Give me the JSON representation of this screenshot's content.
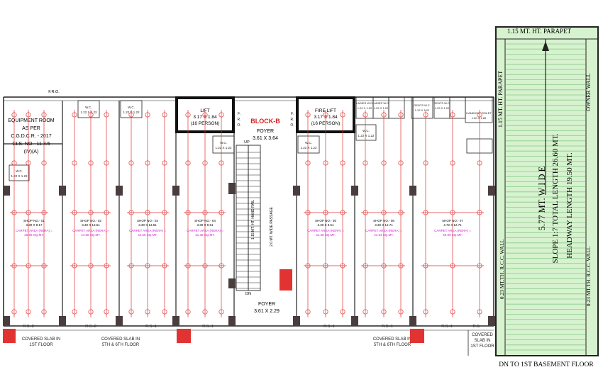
{
  "block": {
    "title": "BLOCK-B",
    "title_color": "#d81e1e"
  },
  "colors": {
    "wall": "#222222",
    "red_line": "#e23333",
    "magenta": "#d21ad2",
    "ramp_fill": "#d7f2cf",
    "ramp_line": "#8ac98a"
  },
  "top_labels": {
    "fro": "F.R.O."
  },
  "equipment_room": {
    "line1": "EQUIPMENT ROOM",
    "line2": "AS PER",
    "line3": "C.G.D.C.R. - 2017",
    "line4": "CLS. NO.- 11.3.5",
    "line5": "(IV)(A)"
  },
  "lift": {
    "title": "LIFT",
    "size": "3.17 X 1.84",
    "capacity": "(16 PERSON)"
  },
  "fire_lift": {
    "title": "FIRE LIFT",
    "size": "3.17 X 1.84",
    "capacity": "(16 PERSON)"
  },
  "fro_vertical": "F. R. O.",
  "foyer_top": {
    "label": "FOYER",
    "size": "3.61 X 3.64"
  },
  "foyer_bottom": {
    "label": "FOYER",
    "size": "3.61 X 2.29"
  },
  "stair": {
    "up": "UP",
    "dn": "DN",
    "handrail": "1.15 MT. HT. HAND RAIL",
    "passage": "2.0 MT. WIDE PASSAGE"
  },
  "wc": {
    "label": "W.C.",
    "size": "1.22 X 1.22"
  },
  "toilets": {
    "ladies1": "LADIES W.C.",
    "ladies2": "LADIES W.C.",
    "gents1": "GENTS W.C.",
    "gents2": "GENTS W.C.",
    "handicap": "HANDICAP TOILET",
    "handicap_size": "1.50 X 1.89",
    "size": "1.22 X 1.22"
  },
  "shops": [
    {
      "name": "SHOP NO.- 01",
      "size": "3.30 X 8.17",
      "area": "CARPET AREA (RERA) =",
      "area_val": "26.96 SQ.MT."
    },
    {
      "name": "SHOP NO.- 02",
      "size": "3.30 X 13.51",
      "area": "CARPET AREA (RERA) =",
      "area_val": "44.58 SQ.MT."
    },
    {
      "name": "SHOP NO.- 03",
      "size": "3.30 X 13.51",
      "area": "CARPET AREA (RERA) =",
      "area_val": "44.58 SQ.MT."
    },
    {
      "name": "SHOP NO.- 04",
      "size": "3.30 X 9.51",
      "area": "CARPET AREA (RERA) =",
      "area_val": "31.38 SQ.MT."
    },
    {
      "name": "SHOP NO.- 05",
      "size": "3.30 X 9.51",
      "area": "CARPET AREA (RERA) =",
      "area_val": "31.38 SQ.MT."
    },
    {
      "name": "SHOP NO.- 06",
      "size": "3.30 X 12.71",
      "area": "CARPET AREA (RERA) =",
      "area_val": "41.94 SQ.MT."
    },
    {
      "name": "SHOP NO.- 07",
      "size": "4.72 X 12.71",
      "area": "CARPET AREA (RERA) =",
      "area_val": "59.99 SQ.MT."
    }
  ],
  "rolling_shutters": [
    "R.S.-2",
    "R.S.-2",
    "R.S.-1",
    "R.S.-1",
    "R.S.-1",
    "R.S.-1",
    "R.S.-1",
    "R.S."
  ],
  "slabs": {
    "left1": "COVERED SLAB IN",
    "left1b": "1ST FLOOR",
    "left2": "COVERED SLAB IN",
    "left2b": "5TH & 6TH FLOOR",
    "right1": "COVERED SLAB IN",
    "right1b": "5TH & 6TH FLOOR",
    "right2": "COVERED",
    "right2b": "SLAB IN",
    "right2c": "1ST FLOOR"
  },
  "ramp": {
    "top_parapet": "1.15 MT. HT. PARAPET",
    "side_parapet": "1.15 MT. HT. PARAPET",
    "owner_wall": "OWNER WALL",
    "rcc_left": "0.23 MT.TH. R.C.C. WALL",
    "rcc_right": "0.23 MT.TH. R.C.C. WALL",
    "wide": "5.77 MT. W I D E",
    "slope": "SLOPE 1:7  TOTAL LENGTH  26.60 MT.",
    "headway": "HEADWAY LENGTH  19.50 MT.",
    "bottom": "DN TO 1ST BASEMENT FLOOR"
  }
}
